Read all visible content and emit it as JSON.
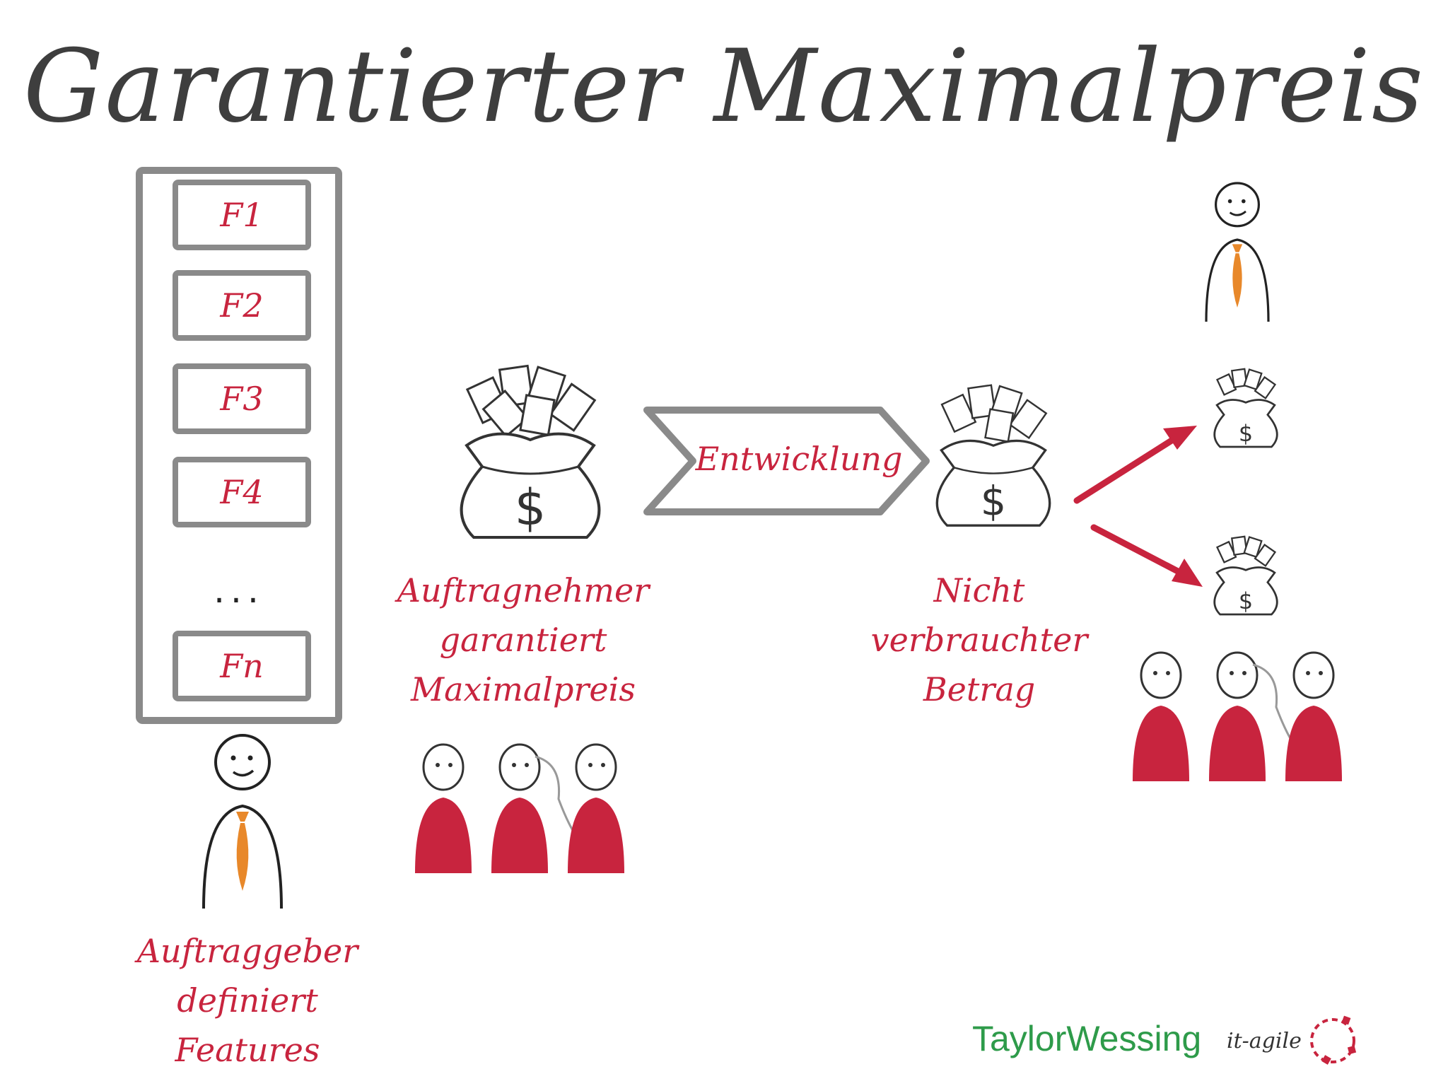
{
  "title": "Garantierter Maximalpreis",
  "features": [
    "F1",
    "F2",
    "F3",
    "F4"
  ],
  "features_ellipsis": "...",
  "features_last": "Fn",
  "captions": {
    "client": [
      "Auftraggeber",
      "definiert",
      "Features"
    ],
    "contractor": [
      "Auftragnehmer",
      "garantiert",
      "Maximalpreis"
    ],
    "development": "Entwicklung",
    "unused": [
      "Nicht",
      "verbrauchter",
      "Betrag"
    ]
  },
  "money_symbol": "$",
  "logos": {
    "taylor_wessing": "TaylorWessing",
    "it_agile": "it-agile"
  },
  "colors": {
    "accent": "#c8243e",
    "box": "#8a8a8a",
    "tie": "#e8882a",
    "title": "#3e3e3e",
    "logo": "#2e9b4a"
  }
}
